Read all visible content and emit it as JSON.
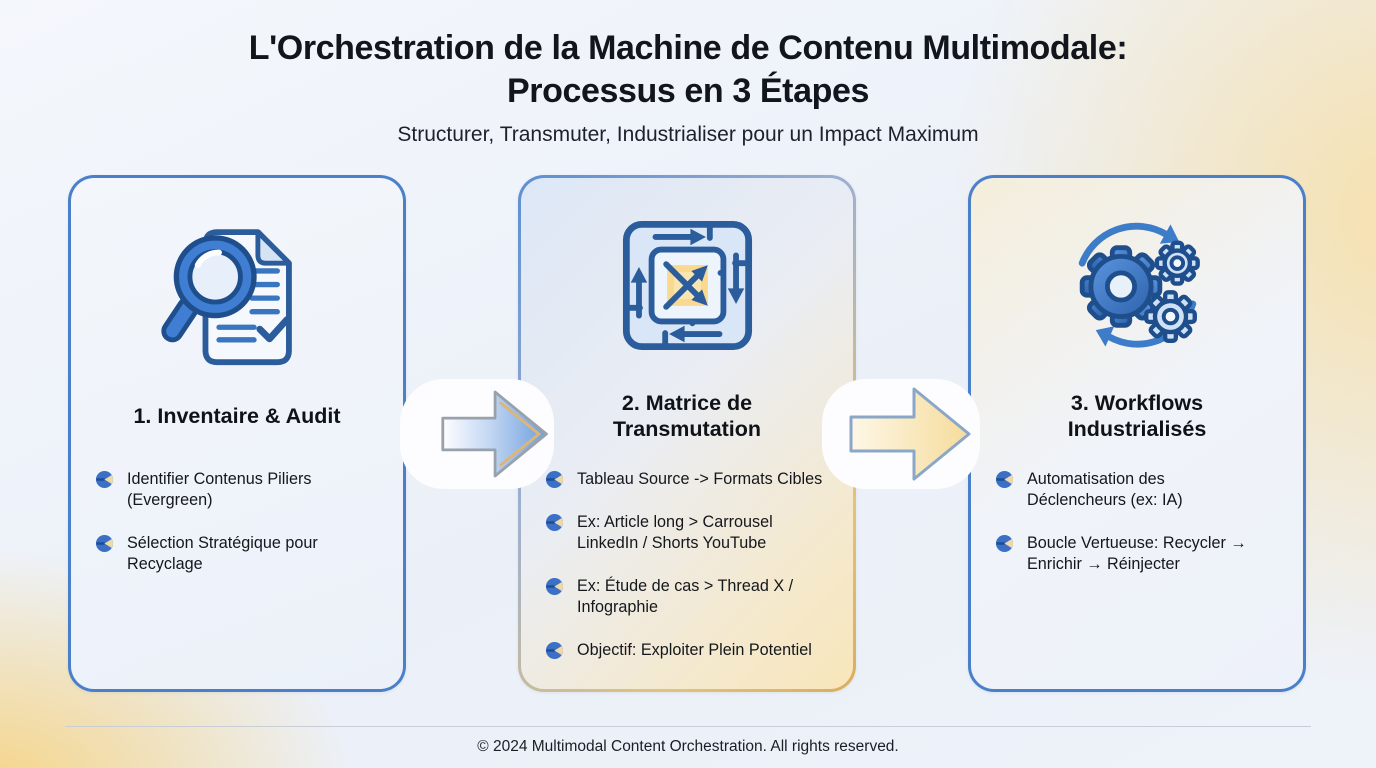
{
  "header": {
    "title_line1": "L'Orchestration de la Machine de Contenu Multimodale:",
    "title_line2": "Processus en 3 Étapes",
    "subtitle": "Structurer, Transmuter, Industrialiser pour un Impact Maximum"
  },
  "steps": [
    {
      "title": "1. Inventaire & Audit",
      "icon": "magnifier-document-icon",
      "bullets": [
        "Identifier Contenus Piliers (Evergreen)",
        "Sélection Stratégique pour Recyclage"
      ]
    },
    {
      "title": "2. Matrice de Transmutation",
      "icon": "transmutation-matrix-icon",
      "bullets": [
        "Tableau Source -> Formats Cibles",
        "Ex: Article long > Carrousel LinkedIn / Shorts YouTube",
        "Ex: Étude de cas > Thread X / Infographie",
        "Objectif: Exploiter Plein Potentiel"
      ]
    },
    {
      "title": "3. Workflows Industrialisés",
      "icon": "gears-cycle-icon",
      "bullets": [
        "Automatisation des Déclencheurs (ex: IA)",
        "Boucle Vertueuse: Recycler → Enrichir → Réinjecter"
      ]
    }
  ],
  "footer": {
    "copyright": "© 2024 Multimodal Content Orchestration. All rights reserved."
  },
  "colors": {
    "card_border_blue": "#4a80c9",
    "icon_dark_blue": "#2b5c9b",
    "icon_mid_blue": "#3f7ed2",
    "accent_gold": "#d9ae5e",
    "center_yellow": "#f9d98d",
    "arrow_blue_fill": "#6f9fdd",
    "arrow_yellow_fill": "#f6dc9c",
    "bullet_blue": "#3a70c6",
    "bullet_cream": "#f0d9a6",
    "background_cream": "#f6e2b4",
    "background_blue": "#edf1f8",
    "text_dark": "#14171e"
  }
}
